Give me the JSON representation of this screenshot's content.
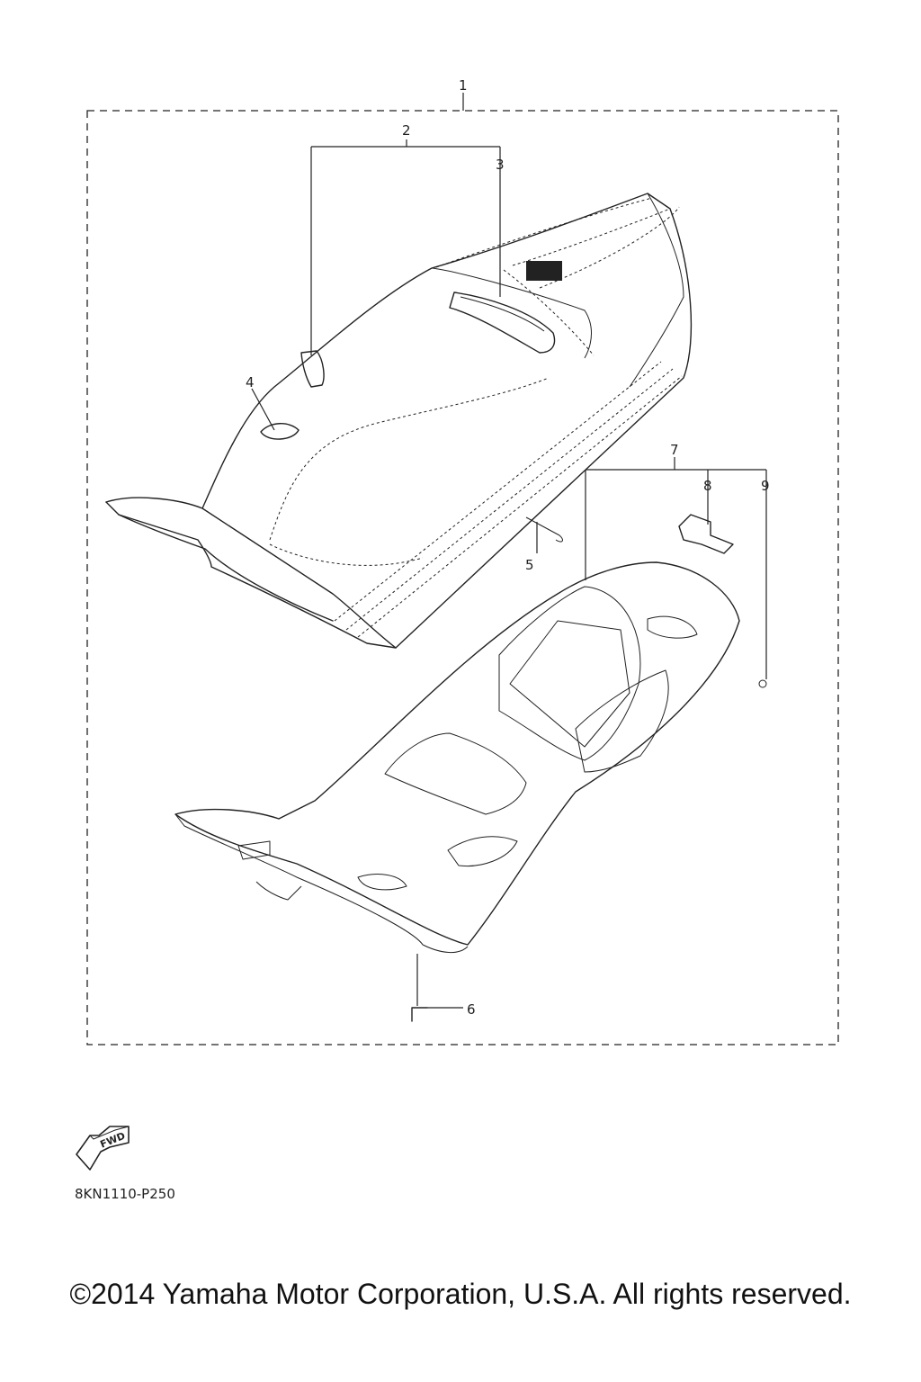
{
  "callouts": {
    "c1": "1",
    "c2": "2",
    "c3": "3",
    "c4": "4",
    "c5": "5",
    "c6": "6",
    "c7": "7",
    "c8": "8",
    "c9": "9"
  },
  "fwd_arrow": {
    "icon": "fwd-arrow-icon",
    "label": "FWD"
  },
  "diagram_code": "8KN1110-P250",
  "copyright": "©2014 Yamaha Motor Corporation, U.S.A. All rights reserved."
}
